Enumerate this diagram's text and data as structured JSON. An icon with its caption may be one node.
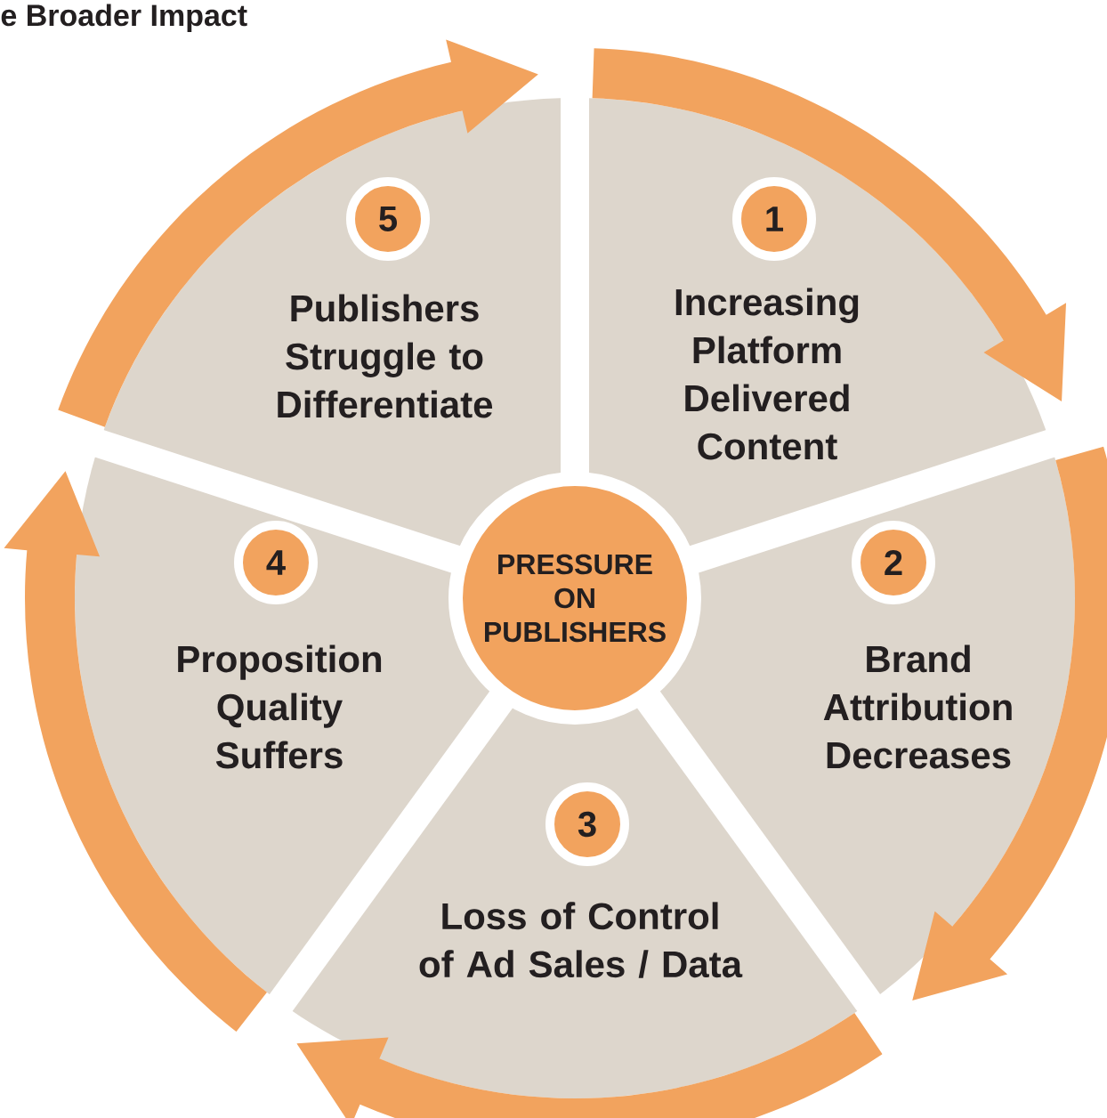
{
  "diagram": {
    "title": "e Broader Impact",
    "nodes": [
      {
        "text": [
          "PRESSURE ON PUBLISHERS"
        ]
      },
      {
        "text": [
          "Increasing Platform Delivered Content"
        ]
      },
      {
        "text": [
          "1"
        ],
        "in": 1
      },
      {
        "text": [
          "Brand Attribution Decreases"
        ]
      },
      {
        "text": [
          "2"
        ],
        "in": 3
      },
      {
        "text": [
          "Loss of Control of Ad Sales / Data"
        ]
      },
      {
        "text": [
          "3"
        ],
        "in": 5
      },
      {
        "text": [
          "Proposition Quality Suffers"
        ]
      },
      {
        "text": [
          "4"
        ],
        "in": 7
      },
      {
        "text": [
          "Publishers Struggle to Differentiate"
        ]
      },
      {
        "text": [
          "5"
        ],
        "in": 9
      }
    ],
    "edges": [
      {
        "from": 9,
        "to": 1,
        "arrow": "to"
      },
      {
        "from": 1,
        "to": 3,
        "arrow": "to"
      },
      {
        "from": 3,
        "to": 5,
        "arrow": "to"
      },
      {
        "from": 5,
        "to": 7,
        "arrow": "to"
      },
      {
        "from": 7,
        "to": 9,
        "arrow": "to"
      }
    ]
  }
}
